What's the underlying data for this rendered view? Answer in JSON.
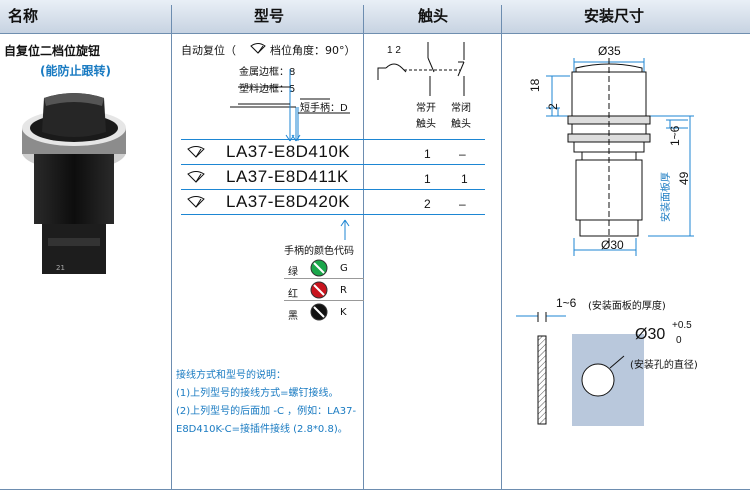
{
  "header": {
    "col_name": "名称",
    "col_model": "型号",
    "col_contact": "触头",
    "col_mount": "安装尺寸"
  },
  "product": {
    "name": "自复位二档位旋钮",
    "note": "(能防止跟转)"
  },
  "model_info": {
    "auto_return_prefix": "自动复位（",
    "auto_return_suffix": "档位角度：90°）",
    "metal_frame": "金属边框：8",
    "plastic_frame": "塑料边框：5",
    "short_handle": "短手柄：D"
  },
  "contact_header": {
    "contact_numbers": "1  2",
    "no_label_1": "常开",
    "no_label_2": "触头",
    "nc_label_1": "常闭",
    "nc_label_2": "触头"
  },
  "models": [
    {
      "code": "LA37-E8D410K",
      "no": "1",
      "nc": "–"
    },
    {
      "code": "LA37-E8D411K",
      "no": "1",
      "nc": "1"
    },
    {
      "code": "LA37-E8D420K",
      "no": "2",
      "nc": "–"
    }
  ],
  "color_codes": {
    "title": "手柄的颜色代码",
    "items": [
      {
        "name": "绿",
        "code": "G",
        "color": "#1aa64a"
      },
      {
        "name": "红",
        "code": "R",
        "color": "#c8141e"
      },
      {
        "name": "黑",
        "code": "K",
        "color": "#111111"
      }
    ]
  },
  "wiring_notes": {
    "title": "接线方式和型号的说明：",
    "line1": "(1)上列型号的接线方式=螺钉接线。",
    "line2": "(2)上列型号的后面加 -C ，例如：LA37-",
    "line3": "E8D410K-C=接插件接线 (2.8*0.8)。"
  },
  "dimensions": {
    "top_diameter": "Ø35",
    "height_18": "18",
    "height_2": "2",
    "panel_range": "1~6",
    "total_49": "49",
    "panel_label": "安装面板厚",
    "bottom_diameter": "Ø30",
    "panel_thickness": "1~6",
    "panel_thickness_note": "(安装面板的厚度)",
    "hole_diameter": "Ø30",
    "tol_plus": "+0.5",
    "tol_zero": "0",
    "hole_note": "(安装孔的直径)"
  }
}
